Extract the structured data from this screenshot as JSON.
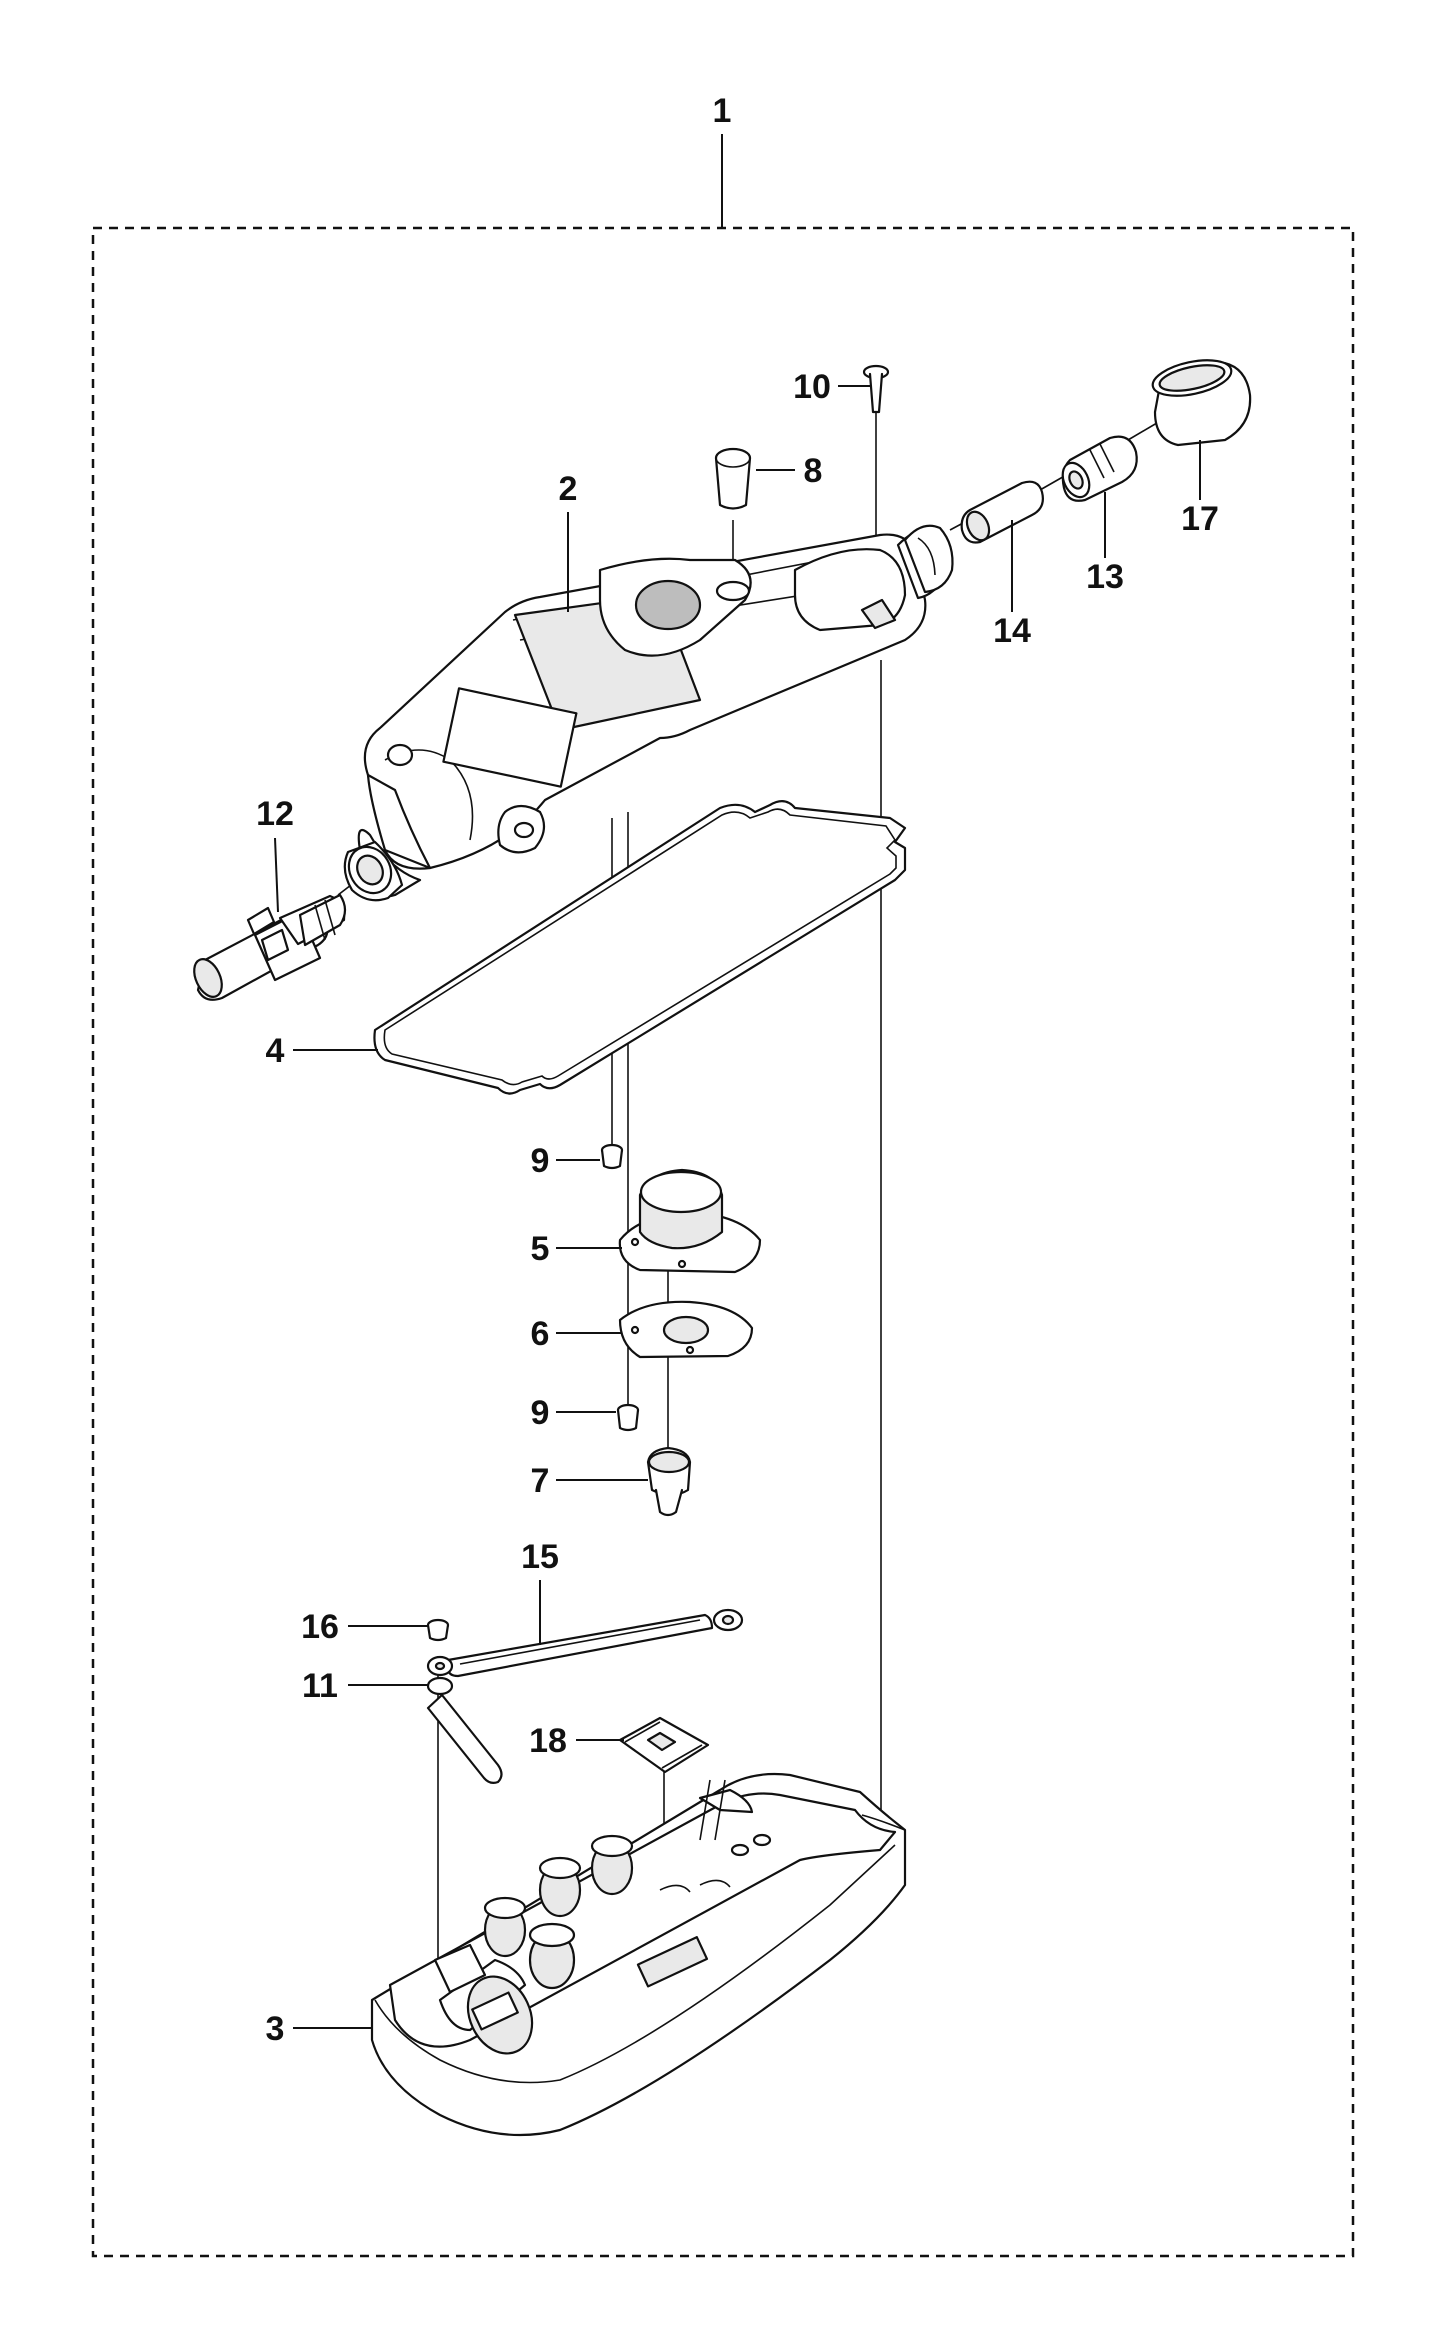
{
  "diagram": {
    "callouts": {
      "c1": "1",
      "c2": "2",
      "c3": "3",
      "c4": "4",
      "c5": "5",
      "c6": "6",
      "c7": "7",
      "c8": "8",
      "c9a": "9",
      "c9b": "9",
      "c10": "10",
      "c11": "11",
      "c12": "12",
      "c13": "13",
      "c14": "14",
      "c15": "15",
      "c16": "16",
      "c17": "17",
      "c18": "18"
    }
  }
}
